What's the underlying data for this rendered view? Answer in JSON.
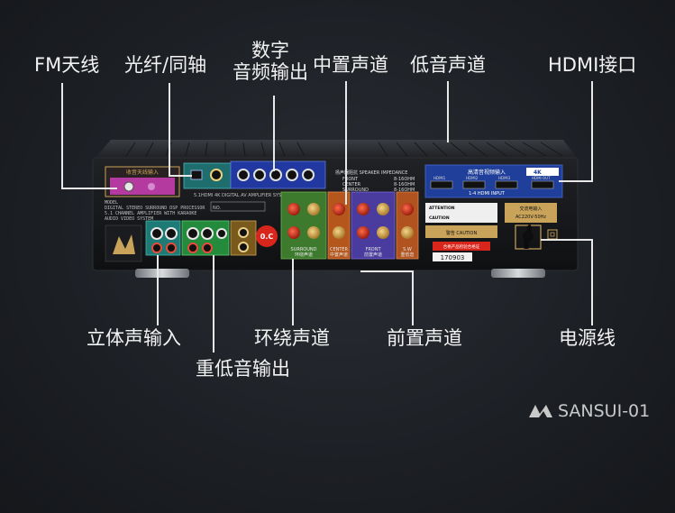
{
  "labels": {
    "fm_antenna": "FM天线",
    "optical_coaxial": "光纤/同轴",
    "digital_audio_out_line1": "数字",
    "digital_audio_out_line2": "音频输出",
    "center_channel": "中置声道",
    "subwoofer_channel": "低音声道",
    "hdmi_port": "HDMI接口",
    "stereo_input": "立体声输入",
    "surround_channel": "环绕声道",
    "front_channel": "前置声道",
    "power_cord": "电源线",
    "subwoofer_output": "重低音输出"
  },
  "device": {
    "fm_panel_label": "收音天线输入",
    "model_block": [
      "MODEL",
      "DIGITAL STEREO SURROUND DSP PROCESSOR",
      "5.1 CHANNEL AMPLIFIER WITH KARAOKE",
      "AUDIO VIDEO SYSTEM"
    ],
    "model_no": "NO.",
    "system_caption": "5.1HDMI 4K DIGITAL AV AMPLIFIER SYSTEM",
    "speaker_impedance": "扬声器阻抗 SPEAKER IMPEDANCE",
    "impedance_front": "FRONT",
    "impedance_center": "CENTER",
    "impedance_surround": "SURROUND",
    "impedance_values": [
      "8-16OHM",
      "8-16OHM",
      "8-16OHM"
    ],
    "surround_caption": "SURROUND",
    "surround_caption_cn": "环绕声道",
    "center_caption": "CENTER",
    "center_caption_cn": "中置声道",
    "front_caption": "FRONT",
    "front_caption_cn": "前置声道",
    "sw_caption": "S.W",
    "sw_caption_cn": "重低音",
    "hdmi_title": "高清音视频输入",
    "hdmi_labels": [
      "HDMI1",
      "HDMI2",
      "HDMI3",
      "HDMI OUT"
    ],
    "hdmi_input_caption": "1-4 HDMI INPUT",
    "hdmi_4k_badge": "4K",
    "attention_title": "ATTENTION",
    "caution_title": "CAUTION",
    "warning_title": "警告 CAUTION",
    "power_rating_cn": "交流电输入",
    "power_rating": "AC220V-50Hz",
    "oc_badge": "0.C",
    "qc_label": "合格产品检验合格证",
    "serial_no": "170903"
  },
  "brand": {
    "name": "SANSUI-01"
  },
  "colors": {
    "label_text": "#f2f2f2",
    "leader_line": "#e8e8e8",
    "background": "#1c1f24",
    "chassis": "#17191c",
    "surround_panel": "#3e7a2e",
    "center_panel": "#b5561c",
    "front_panel": "#4a3c9e",
    "sw_panel": "#b0531f",
    "hdmi_panel": "#1f3f9a",
    "gold_accent": "#c9a35a"
  }
}
